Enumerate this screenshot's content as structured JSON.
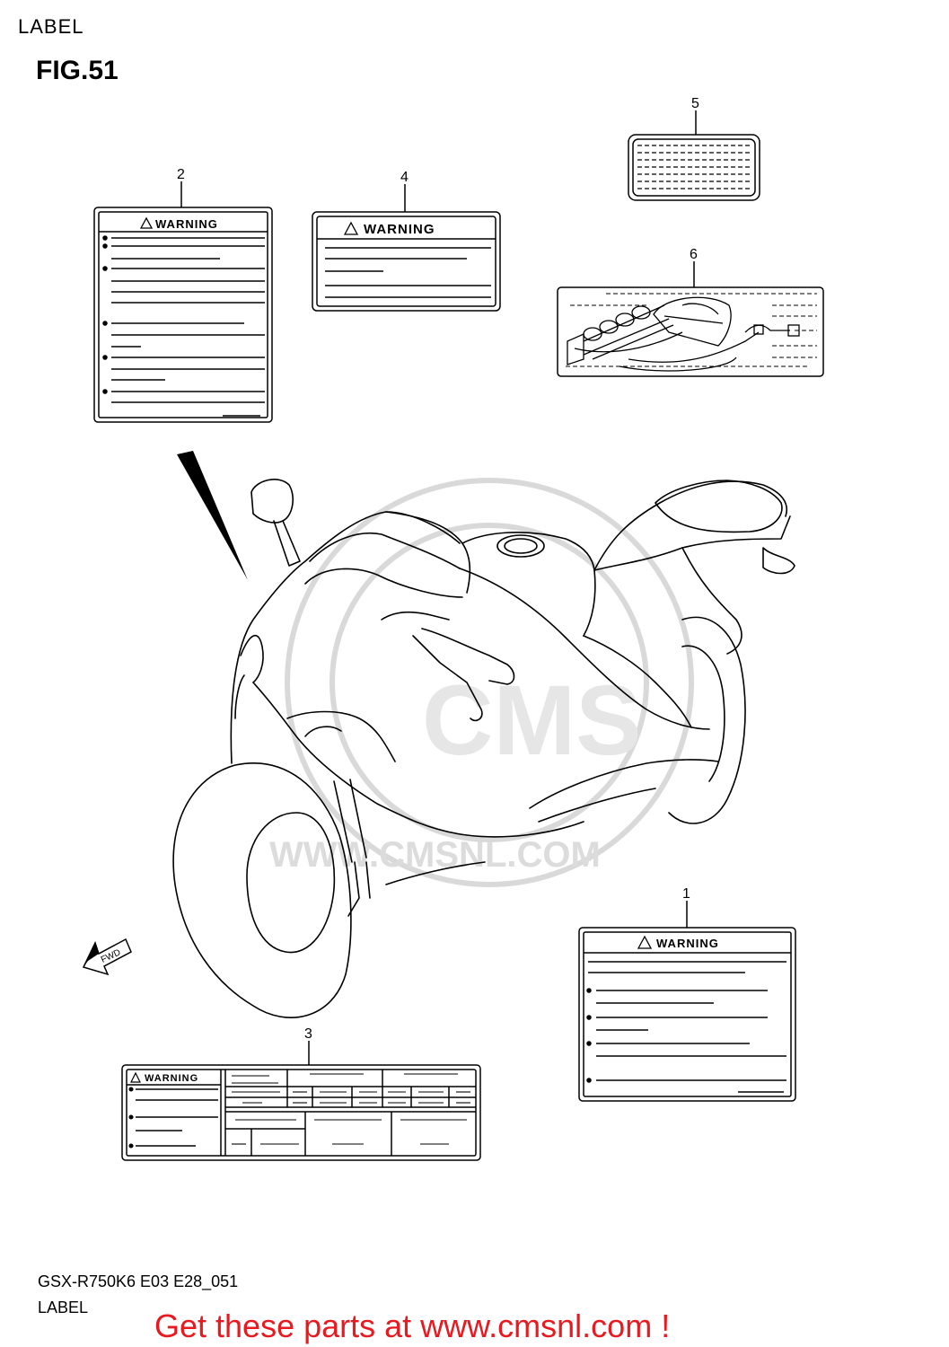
{
  "header": {
    "section_label": "LABEL",
    "figure": "FIG.51"
  },
  "callouts": [
    "1",
    "2",
    "3",
    "4",
    "5",
    "6"
  ],
  "labels": {
    "warning_text": "WARNING",
    "fwd_text": "FWD"
  },
  "watermark": {
    "text": "WWW.CMSNL.COM",
    "logo_text": "CMS"
  },
  "footer": {
    "code": "GSX-R750K6 E03 E28_051",
    "label": "LABEL",
    "promo": "Get these parts at www.cmsnl.com !"
  },
  "colors": {
    "promo": "#e8191f",
    "line": "#000000",
    "watermark": "#d9d9d9"
  }
}
